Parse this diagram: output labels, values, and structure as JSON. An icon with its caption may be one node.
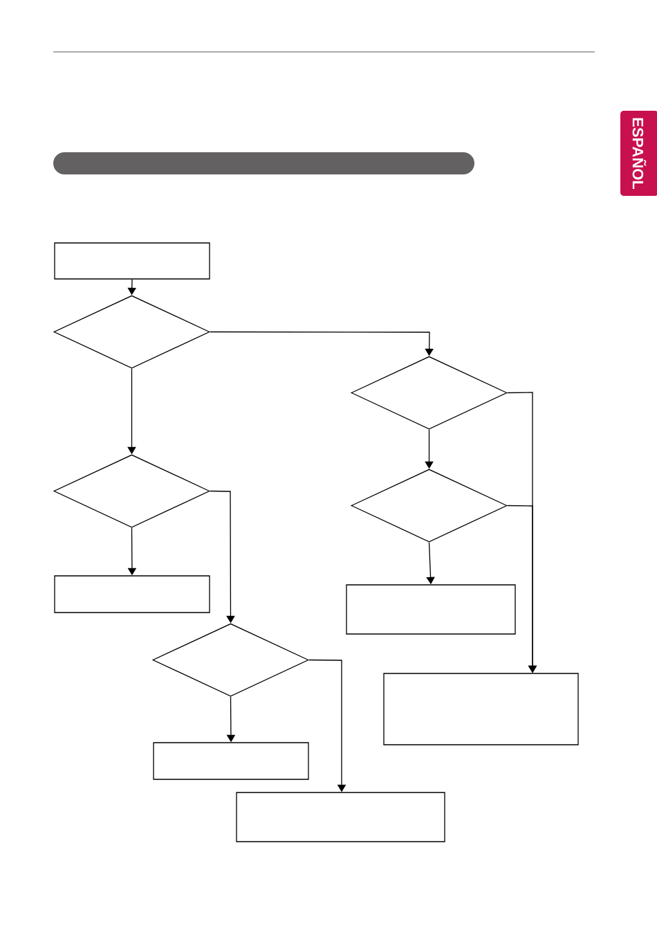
{
  "diagram": {
    "nodes": [
      {
        "text": [
          "ESPAÑOL"
        ]
      },
      {
        "text": [],
        "shape": "box"
      },
      {
        "text": [],
        "shape": "diamond"
      },
      {
        "text": [],
        "shape": "diamond"
      },
      {
        "text": [],
        "shape": "diamond"
      },
      {
        "text": [],
        "shape": "diamond"
      },
      {
        "text": [],
        "shape": "box"
      },
      {
        "text": [],
        "shape": "box"
      },
      {
        "text": [],
        "shape": "diamond"
      },
      {
        "text": [],
        "shape": "box"
      },
      {
        "text": [],
        "shape": "box"
      },
      {
        "text": [],
        "shape": "box"
      }
    ],
    "edges": [
      {
        "from": 1,
        "to": 2,
        "arrow": "to"
      },
      {
        "from": 2,
        "to": 3,
        "arrow": "to"
      },
      {
        "from": 2,
        "to": 4,
        "arrow": "to"
      },
      {
        "from": 3,
        "to": 5,
        "arrow": "to"
      },
      {
        "from": 3,
        "to": 9,
        "arrow": "to"
      },
      {
        "from": 5,
        "to": 9,
        "arrow": "to"
      },
      {
        "from": 4,
        "to": 6,
        "arrow": "to"
      },
      {
        "from": 4,
        "to": 8,
        "arrow": "to"
      },
      {
        "from": 5,
        "to": 7,
        "arrow": "to"
      },
      {
        "from": 8,
        "to": 10,
        "arrow": "to"
      },
      {
        "from": 8,
        "to": 11,
        "arrow": "to"
      }
    ]
  }
}
